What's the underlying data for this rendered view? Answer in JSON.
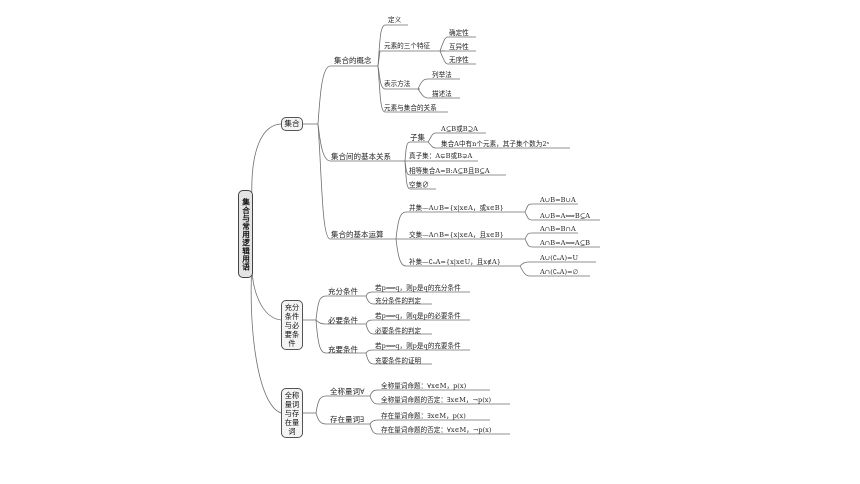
{
  "root": "集合与常用逻辑用语",
  "groups": {
    "set": "集合",
    "condition": "充分条件与必要条件",
    "quantifier": "全称量词与存在量词"
  },
  "concept": {
    "title": "集合的概念",
    "definition": "定义",
    "three_features": "元素的三个特征",
    "definite": "确定性",
    "distinct": "互异性",
    "unordered": "无序性",
    "representation": "表示方法",
    "listing": "列举法",
    "description": "描述法",
    "element_relation": "元素与集合的关系"
  },
  "relation": {
    "title": "集合间的基本关系",
    "subset": "子集",
    "subset_def": "A⊆B或B⊇A",
    "subset_count": "集合A中有n个元素，其子集个数为2ⁿ",
    "proper_subset": "真子集：A⊊B或B⊋A",
    "equal_set": "相等集合A=B:A⊆B且B⊆A",
    "empty_set": "空集∅"
  },
  "operation": {
    "title": "集合的基本运算",
    "union": "并集—A∪B={x|x∈A，或x∈B}",
    "union_1": "A∪B=B∪A",
    "union_2": "A∪B=A⟺B⊆A",
    "intersection": "交集—A∩B={x|x∈A，且x∈B}",
    "intersection_1": "A∩B=B∩A",
    "intersection_2": "A∩B=A⟺A⊆B",
    "complement": "补集—∁ᵤA={x|x∈U，且x∉A}",
    "complement_1": "A∪(∁ᵤA)=U",
    "complement_2": "A∩(∁ᵤA)=∅"
  },
  "condition": {
    "sufficient": "充分条件",
    "sufficient_1": "若p⟹q，则p是q的充分条件",
    "sufficient_2": "充分条件的判定",
    "necessary": "必要条件",
    "necessary_1": "若p⟹q，则q是p的必要条件",
    "necessary_2": "必要条件的判定",
    "iff": "充要条件",
    "iff_1": "若p⟺q，则p是q的充要条件",
    "iff_2": "充要条件的证明"
  },
  "quantifier": {
    "universal": "全称量词∀",
    "universal_1": "全称量词命题：∀x∈M，p(x)",
    "universal_2": "全称量词命题的否定：∃x∈M，¬p(x)",
    "existential": "存在量词∃",
    "existential_1": "存在量词命题：∃x∈M，p(x)",
    "existential_2": "存在量词命题的否定：∀x∈M，¬p(x)"
  },
  "colors": {
    "line": "#6f6f6f",
    "node_fill": "#f4f4f4",
    "root_fill": "#e4e4e4"
  }
}
